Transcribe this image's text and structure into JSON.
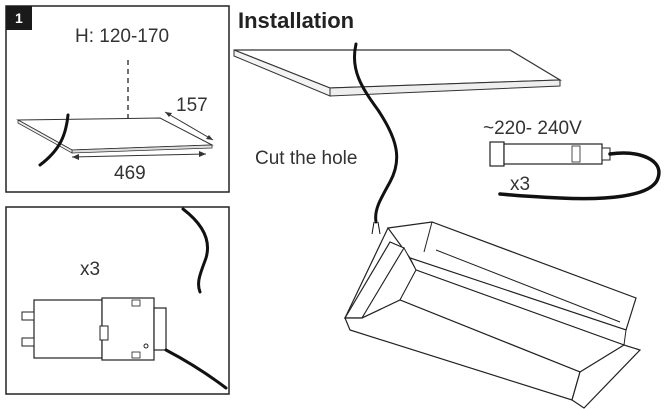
{
  "title": "Installation",
  "step1": {
    "number": "1",
    "height_label": "H: 120-170",
    "depth_label": "157",
    "width_label": "469"
  },
  "step2": {
    "quantity_label": "x3"
  },
  "main": {
    "cut_label": "Cut the hole",
    "voltage_label": "~220- 240V",
    "driver_quantity_label": "x3"
  }
}
